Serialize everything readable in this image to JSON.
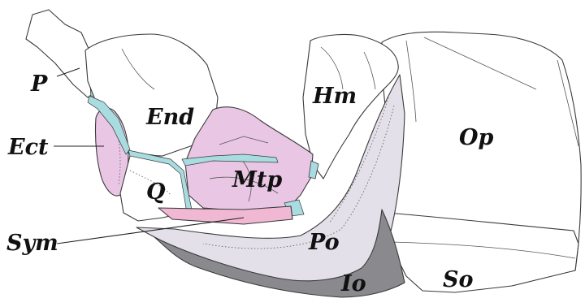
{
  "labels": {
    "P": "P",
    "End": "End",
    "Hm": "Hm",
    "Ect": "Ect",
    "Op": "Op",
    "Mtp": "Mtp",
    "Q": "Q",
    "Sym": "Sym",
    "Po": "Po",
    "Io": "Io",
    "So": "So"
  },
  "colors": {
    "pink_bone": "#e8c6e4",
    "symplectic_pink": "#f0b8d2",
    "cartilage_blue": "#a8dce0",
    "preopercle_lilac": "#e4e0ea",
    "interopercle_gray": "#8a8a8e",
    "outline": "#3a3a3a"
  }
}
